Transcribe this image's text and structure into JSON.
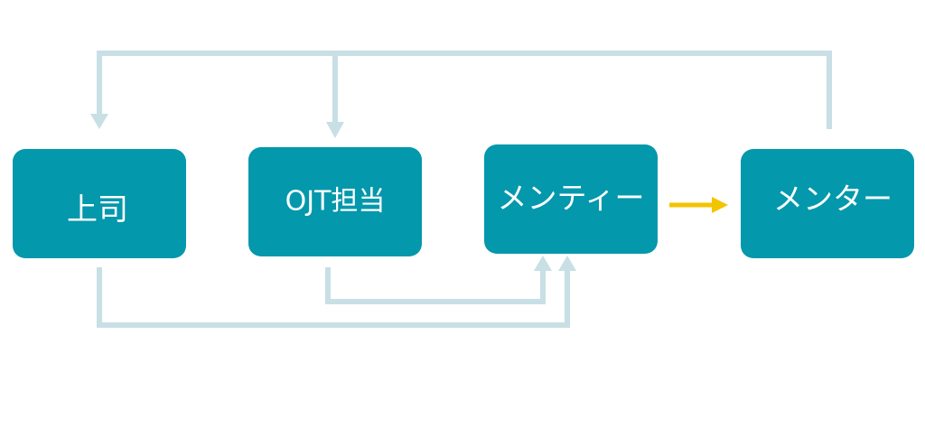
{
  "nodes": [
    {
      "id": "joushi",
      "label": "上司"
    },
    {
      "id": "ojt",
      "label": "OJT担当"
    },
    {
      "id": "mentee",
      "label": "メンティー"
    },
    {
      "id": "mentor",
      "label": "メンター"
    }
  ],
  "colors": {
    "node_fill": "#0398ac",
    "node_text": "#ffffff",
    "feedback_line": "#c8dfe6",
    "mentee_to_mentor_arrow": "#f3c400",
    "background": "#ffffff"
  }
}
